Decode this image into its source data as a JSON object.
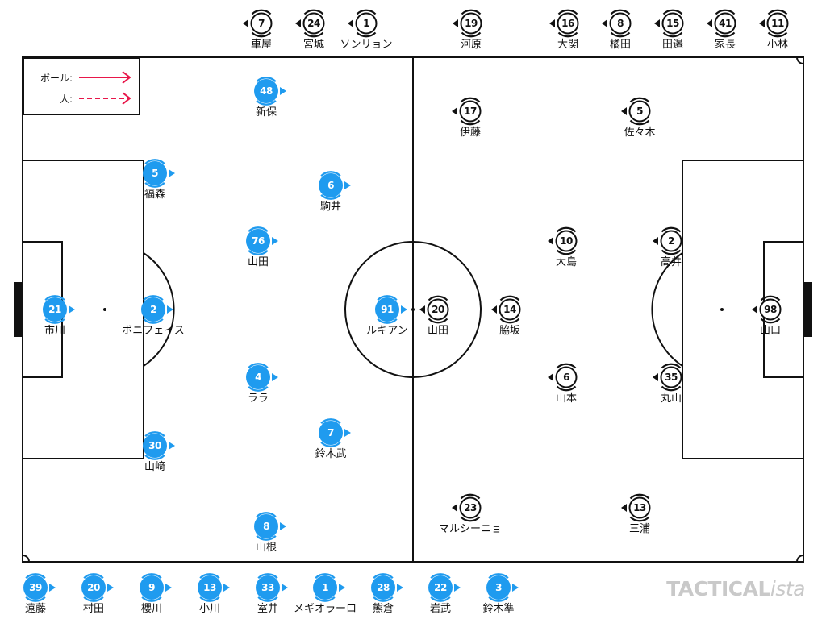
{
  "legend": {
    "ball_label": "ボール:",
    "person_label": "人:",
    "arrow_color": "#e8174a"
  },
  "colors": {
    "home": "#1f9bef",
    "away_fill": "#ffffff",
    "away_stroke": "#111111"
  },
  "watermark": {
    "bold": "TACTICAL",
    "italic": "ista"
  },
  "home_starters": [
    {
      "id": "h1",
      "number": "21",
      "name": "市川"
    },
    {
      "id": "h2",
      "number": "2",
      "name": "ボニフェイス"
    },
    {
      "id": "h3",
      "number": "5",
      "name": "福森"
    },
    {
      "id": "h4",
      "number": "30",
      "name": "山﨑"
    },
    {
      "id": "h5",
      "number": "48",
      "name": "新保"
    },
    {
      "id": "h6",
      "number": "76",
      "name": "山田"
    },
    {
      "id": "h7",
      "number": "4",
      "name": "ララ"
    },
    {
      "id": "h8",
      "number": "8",
      "name": "山根"
    },
    {
      "id": "h9",
      "number": "6",
      "name": "駒井"
    },
    {
      "id": "h10",
      "number": "7",
      "name": "鈴木武"
    },
    {
      "id": "h11",
      "number": "91",
      "name": "ルキアン"
    }
  ],
  "away_starters": [
    {
      "id": "a1",
      "number": "98",
      "name": "山口"
    },
    {
      "id": "a2",
      "number": "2",
      "name": "高井"
    },
    {
      "id": "a3",
      "number": "35",
      "name": "丸山"
    },
    {
      "id": "a4",
      "number": "5",
      "name": "佐々木"
    },
    {
      "id": "a5",
      "number": "13",
      "name": "三浦"
    },
    {
      "id": "a6",
      "number": "10",
      "name": "大島"
    },
    {
      "id": "a7",
      "number": "6",
      "name": "山本"
    },
    {
      "id": "a8",
      "number": "17",
      "name": "伊藤"
    },
    {
      "id": "a9",
      "number": "23",
      "name": "マルシーニョ"
    },
    {
      "id": "a10",
      "number": "14",
      "name": "脇坂"
    },
    {
      "id": "a11",
      "number": "20",
      "name": "山田"
    }
  ],
  "away_subs": [
    {
      "id": "as1",
      "number": "7",
      "name": "車屋"
    },
    {
      "id": "as2",
      "number": "24",
      "name": "宮城"
    },
    {
      "id": "as3",
      "number": "1",
      "name": "ソンリョン"
    },
    {
      "id": "as4",
      "number": "19",
      "name": "河原"
    },
    {
      "id": "as5",
      "number": "16",
      "name": "大関"
    },
    {
      "id": "as6",
      "number": "8",
      "name": "橘田"
    },
    {
      "id": "as7",
      "number": "15",
      "name": "田邉"
    },
    {
      "id": "as8",
      "number": "41",
      "name": "家長"
    },
    {
      "id": "as9",
      "number": "11",
      "name": "小林"
    }
  ],
  "home_subs": [
    {
      "id": "hs1",
      "number": "39",
      "name": "遠藤"
    },
    {
      "id": "hs2",
      "number": "20",
      "name": "村田"
    },
    {
      "id": "hs3",
      "number": "9",
      "name": "櫻川"
    },
    {
      "id": "hs4",
      "number": "13",
      "name": "小川"
    },
    {
      "id": "hs5",
      "number": "33",
      "name": "室井"
    },
    {
      "id": "hs6",
      "number": "1",
      "name": "メギオラーロ"
    },
    {
      "id": "hs7",
      "number": "28",
      "name": "熊倉"
    },
    {
      "id": "hs8",
      "number": "22",
      "name": "岩武"
    },
    {
      "id": "hs9",
      "number": "3",
      "name": "鈴木準"
    }
  ]
}
